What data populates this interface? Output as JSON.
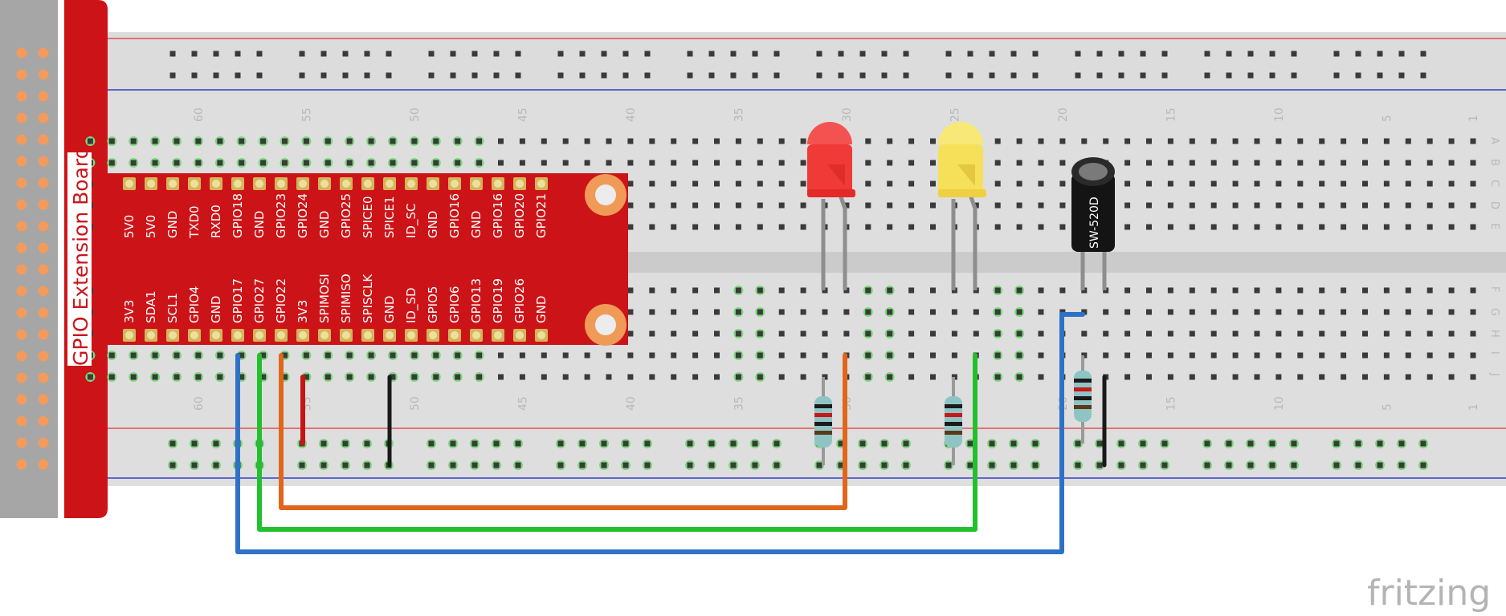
{
  "extension_board": {
    "title": "GPIO Extension Board",
    "top_row_pins": [
      "5V0",
      "5V0",
      "GND",
      "TXD0",
      "RXD0",
      "GPIO18",
      "GND",
      "GPIO23",
      "GPIO24",
      "GND",
      "GPIO25",
      "SPICE0",
      "SPICE1",
      "ID_SC",
      "GND",
      "GPIO16",
      "GND",
      "GPIO16",
      "GPIO20",
      "GPIO21"
    ],
    "bottom_row_pins": [
      "3V3",
      "SDA1",
      "SCL1",
      "GPIO4",
      "GND",
      "GPIO17",
      "GPIO27",
      "GPIO22",
      "3V3",
      "SPIMOSI",
      "SPIMISO",
      "SPISCLK",
      "GND",
      "ID_SD",
      "GPIO5",
      "GPIO6",
      "GPIO13",
      "GPIO19",
      "GPIO26",
      "GND"
    ]
  },
  "breadboard": {
    "column_numbers": [
      "60",
      "55",
      "50",
      "45",
      "40",
      "35",
      "30",
      "25",
      "20",
      "15",
      "10",
      "5",
      "1"
    ],
    "row_letters_top": [
      "A",
      "B",
      "C",
      "D",
      "E"
    ],
    "row_letters_bottom": [
      "F",
      "G",
      "H",
      "I",
      "J"
    ]
  },
  "components": {
    "led_red": "red",
    "led_yellow": "yellow",
    "sensor_label": "SW-520D"
  },
  "colors": {
    "board_red": "#cc1418",
    "wire_blue": "#2e72c8",
    "wire_green": "#22c02e",
    "wire_orange": "#e2661a",
    "wire_red": "#c81414",
    "wire_black": "#1a1a1a"
  },
  "watermark": "fritzing"
}
